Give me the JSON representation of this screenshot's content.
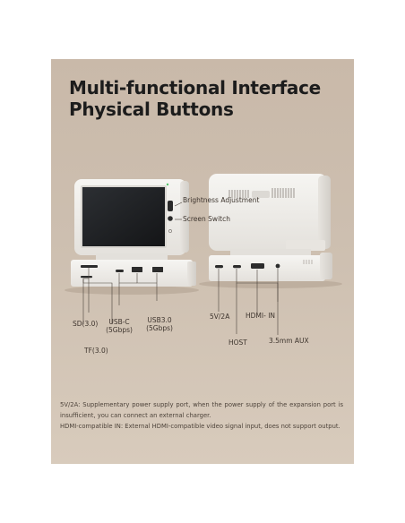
{
  "headline": {
    "line1": "Multi-functional Interface",
    "line2": "Physical Buttons"
  },
  "callouts": {
    "brightness": "Brightness Adjustment",
    "screen_switch": "Screen Switch"
  },
  "left_ports": {
    "sd": "SD(3.0)",
    "tf": "TF(3.0)",
    "usbc_name": "USB-C",
    "usbc_speed": "(5Gbps)",
    "usb3_name": "USB3.0",
    "usb3_speed": "(5Gbps)"
  },
  "right_ports": {
    "power": "5V/2A",
    "host": "HOST",
    "hdmi_in": "HDMI- IN",
    "aux": "3.5mm AUX"
  },
  "notes": {
    "power_note": "5V/2A: Supplementary power supply port, when the power supply of the expansion port is insufficient, you can connect an external charger.",
    "hdmi_note": "HDMI-compatible IN: External HDMI-compatible video signal input, does not support output."
  },
  "colors": {
    "background": "#c9b9a9",
    "device_body": "#f1efeb",
    "screen": "#1d1f22",
    "text": "#1c1c1c"
  }
}
